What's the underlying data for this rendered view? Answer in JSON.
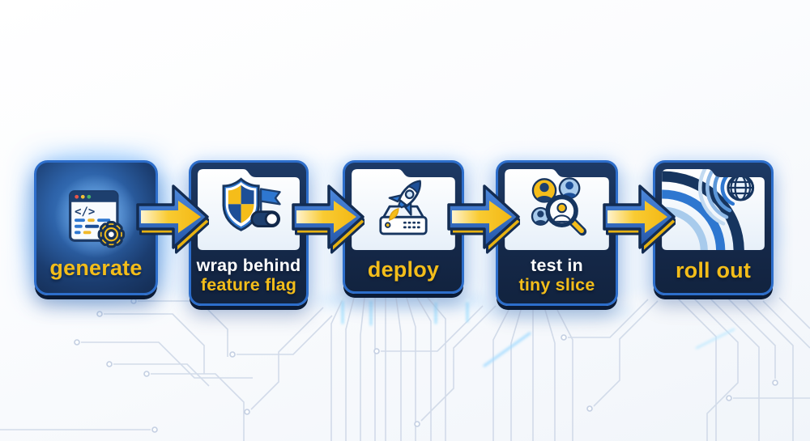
{
  "flow": {
    "steps": [
      {
        "name": "generate",
        "icon": "code-window-gear-icon",
        "code_glyph": "</>",
        "lines": [
          {
            "text": "generate",
            "color": "#F3BD1A"
          }
        ]
      },
      {
        "name": "wrap-behind-feature-flag",
        "icon": "shield-feature-flag-toggle-icon",
        "lines": [
          {
            "text": "wrap behind",
            "color": "#FFFFFF"
          },
          {
            "text": "feature flag",
            "color": "#F3BD1A"
          }
        ]
      },
      {
        "name": "deploy",
        "icon": "rocket-launch-server-icon",
        "lines": [
          {
            "text": "deploy",
            "color": "#F3BD1A"
          }
        ]
      },
      {
        "name": "test-in-tiny-slice",
        "icon": "users-magnifier-icon",
        "lines": [
          {
            "text": "test in",
            "color": "#FFFFFF"
          },
          {
            "text": "tiny slice",
            "color": "#F3BD1A"
          }
        ]
      },
      {
        "name": "roll-out",
        "icon": "globe-rollout-waves-icon",
        "lines": [
          {
            "text": "roll out",
            "color": "#F3BD1A"
          }
        ]
      }
    ],
    "connectors": [
      {
        "icon": "arrow-right-icon"
      },
      {
        "icon": "arrow-right-icon"
      },
      {
        "icon": "arrow-right-icon"
      },
      {
        "icon": "arrow-right-icon"
      }
    ],
    "colors": {
      "card_navy": "#15294A",
      "card_border_blue": "#2D6ECB",
      "accent_yellow": "#F3BD1A",
      "arrow_blue": "#3671C8",
      "panel_white": "#F6F9FD",
      "glow_cyan": "#9FDCFF",
      "trace_gray_blue": "#D2DBE9"
    },
    "background": {
      "decoration": "circuit-board-traces"
    }
  }
}
